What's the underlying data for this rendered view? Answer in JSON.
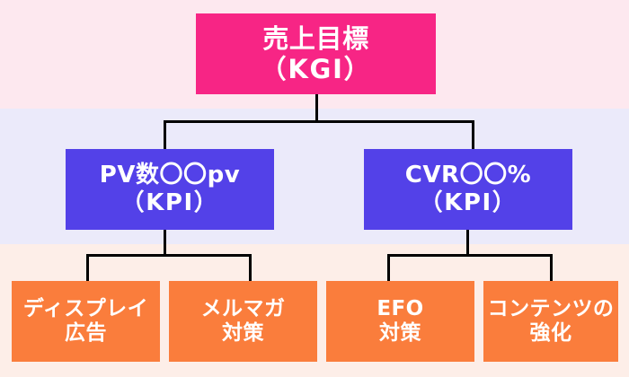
{
  "diagram": {
    "type": "kgi-kpi-kss-tree",
    "background_bands": [
      {
        "name": "top-band",
        "color": "#fde8ef"
      },
      {
        "name": "middle-band",
        "color": "#ebeafa"
      },
      {
        "name": "bottom-band",
        "color": "#fdeee8"
      }
    ],
    "colors": {
      "kgi": "#f72585",
      "kpi": "#5341e8",
      "action": "#fa7d3c",
      "connector": "#000000",
      "text": "#ffffff"
    },
    "levels": {
      "kgi": {
        "node": {
          "line1": "売上目標",
          "line2": "（KGI）"
        }
      },
      "kpi": {
        "nodes": [
          {
            "line1": "PV数〇〇pv",
            "line2": "（KPI）"
          },
          {
            "line1": "CVR〇〇%",
            "line2": "（KPI）"
          }
        ]
      },
      "actions": {
        "nodes": [
          {
            "line1": "ディスプレイ",
            "line2": "広告"
          },
          {
            "line1": "メルマガ",
            "line2": "対策"
          },
          {
            "line1": "EFO",
            "line2": "対策"
          },
          {
            "line1": "コンテンツの",
            "line2": "強化"
          }
        ]
      }
    }
  }
}
